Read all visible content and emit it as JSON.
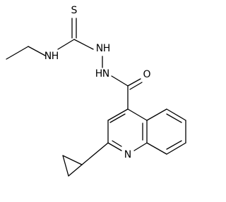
{
  "molecule": {
    "atoms": {
      "thione_s": "S",
      "amide_nh_ethyl": "N",
      "amide_h_ethyl": "H",
      "hydrazine_n1": "N",
      "hydrazine_h1": "H",
      "hydrazine_h2": "H",
      "hydrazine_n2": "N",
      "carbonyl_o": "O",
      "quinoline_n": "N"
    }
  }
}
